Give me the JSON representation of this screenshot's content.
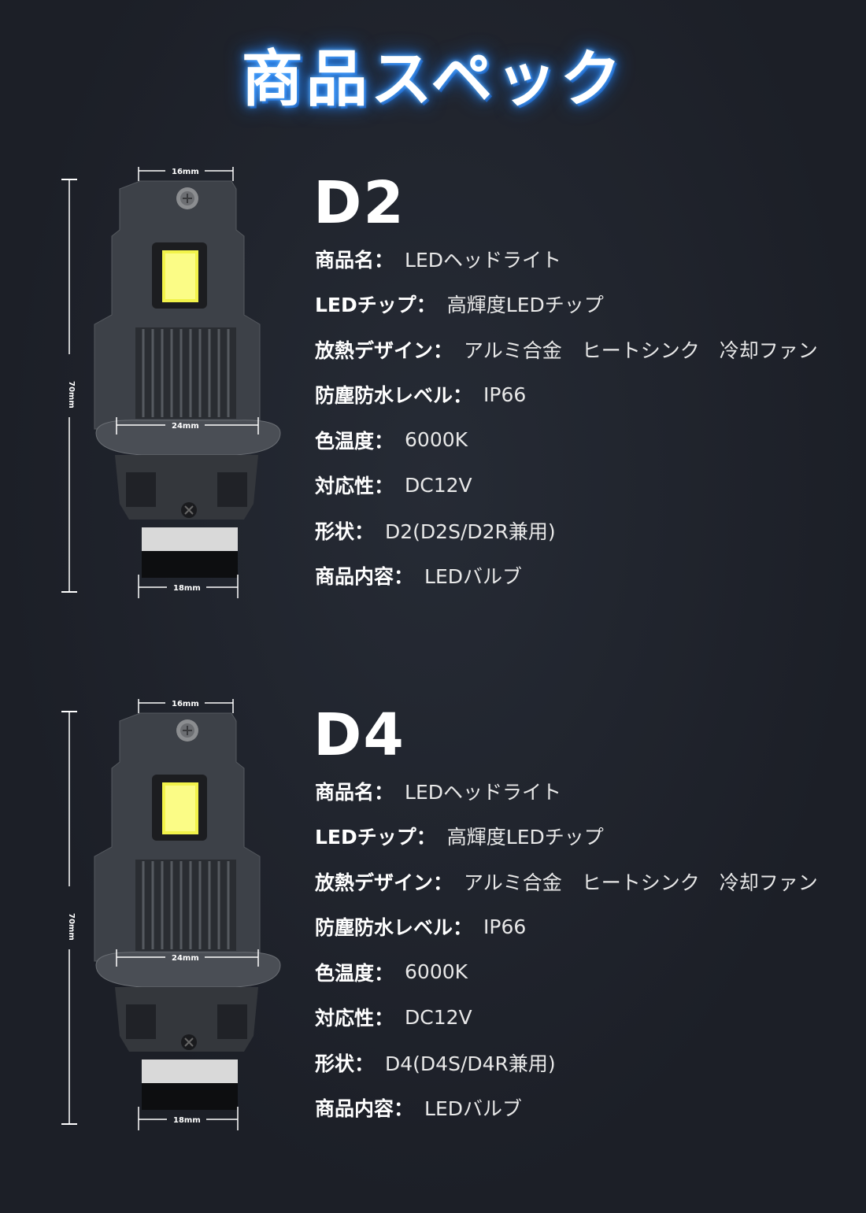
{
  "page_title": "商品スペック",
  "dimensions": {
    "top_width": "16mm",
    "height": "70mm",
    "mid_width": "24mm",
    "base_width": "18mm"
  },
  "products": [
    {
      "model": "D2",
      "specs": [
        {
          "label": "商品名：",
          "value": "LEDヘッドライト"
        },
        {
          "label": "LEDチップ：",
          "value": "高輝度LEDチップ"
        },
        {
          "label": "放熱デザイン：",
          "value": "アルミ合金　ヒートシンク　冷却ファン"
        },
        {
          "label": "防塵防水レベル：",
          "value": "IP66"
        },
        {
          "label": "色温度：",
          "value": "6000K"
        },
        {
          "label": "対応性：",
          "value": "DC12V"
        },
        {
          "label": "形状：",
          "value": "D2(D2S/D2R兼用)"
        },
        {
          "label": "商品内容：",
          "value": "LEDバルブ"
        }
      ]
    },
    {
      "model": "D4",
      "specs": [
        {
          "label": "商品名：",
          "value": "LEDヘッドライト"
        },
        {
          "label": "LEDチップ：",
          "value": "高輝度LEDチップ"
        },
        {
          "label": "放熱デザイン：",
          "value": "アルミ合金　ヒートシンク　冷却ファン"
        },
        {
          "label": "防塵防水レベル：",
          "value": "IP66"
        },
        {
          "label": "色温度：",
          "value": "6000K"
        },
        {
          "label": "対応性：",
          "value": "DC12V"
        },
        {
          "label": "形状：",
          "value": "D4(D4S/D4R兼用)"
        },
        {
          "label": "商品内容：",
          "value": "LEDバルブ"
        }
      ]
    }
  ]
}
